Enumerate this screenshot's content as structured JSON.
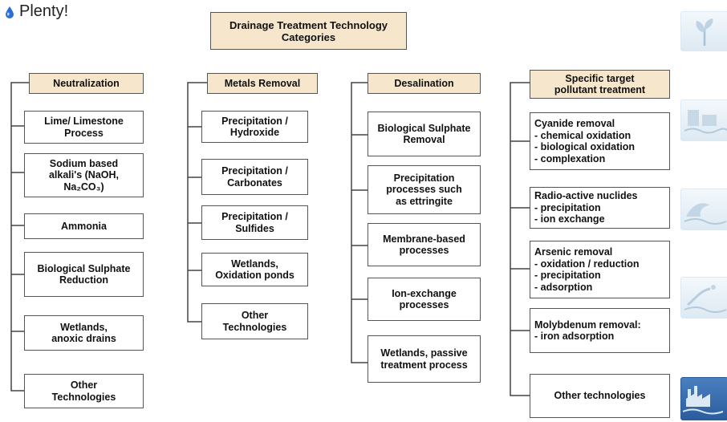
{
  "bullet": {
    "text": "Plenty!",
    "icon": "water-drop-icon",
    "icon_color": "#2a6fd6"
  },
  "title": "Drainage Treatment Technology\nCategories",
  "columns": [
    {
      "header": "Neutralization",
      "items": [
        "Lime/ Limestone\nProcess",
        "Sodium based\nalkali's (NaOH,\nNa₂CO₃)",
        "Ammonia",
        "Biological Sulphate\nReduction",
        "Wetlands,\nanoxic drains",
        "Other\nTechnologies"
      ]
    },
    {
      "header": "Metals Removal",
      "items": [
        "Precipitation /\nHydroxide",
        "Precipitation /\nCarbonates",
        "Precipitation /\nSulfides",
        "Wetlands,\nOxidation ponds",
        "Other\nTechnologies"
      ]
    },
    {
      "header": "Desalination",
      "items": [
        "Biological Sulphate\nRemoval",
        "Precipitation\nprocesses such\nas ettringite",
        "Membrane-based\nprocesses",
        "Ion-exchange\nprocesses",
        "Wetlands, passive\ntreatment process"
      ]
    },
    {
      "header": "Specific target\npollutant treatment",
      "items": [
        "Cyanide removal\n  - chemical oxidation\n  - biological oxidation\n  - complexation",
        "Radio-active nuclides\n  - precipitation\n  - ion exchange",
        "Arsenic removal\n  - oxidation / reduction\n  - precipitation\n  - adsorption",
        "Molybdenum removal:\n  - iron adsorption",
        "Other technologies"
      ]
    }
  ],
  "side_icons": [
    "plant-icon",
    "industrial-water-icon",
    "wave-icon",
    "water-splash-icon",
    "factory-icon"
  ],
  "colors": {
    "header_fill": "#f5e6cc",
    "border": "#555555",
    "active_icon": "#2b5d9e"
  }
}
